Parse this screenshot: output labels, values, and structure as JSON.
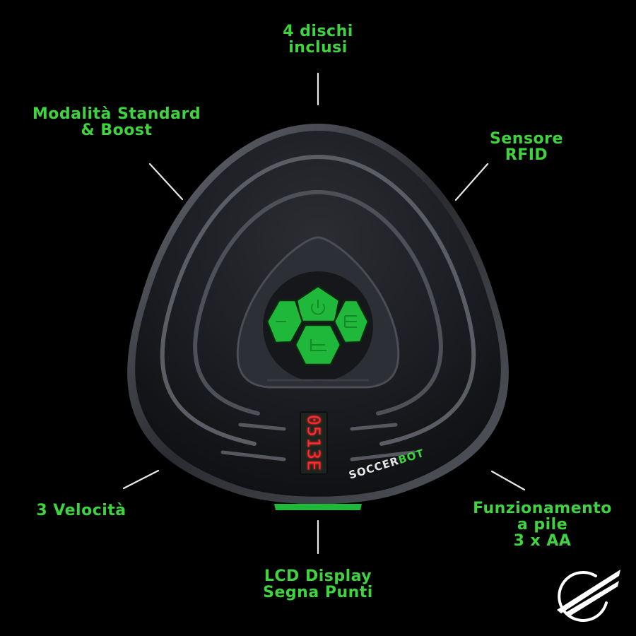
{
  "features": {
    "top": {
      "lines": [
        "4 dischi",
        "inclusi"
      ]
    },
    "top_left": {
      "lines": [
        "Modalità Standard",
        "& Boost"
      ]
    },
    "top_right": {
      "lines": [
        "Sensore",
        "RFID"
      ]
    },
    "bottom_left": {
      "lines": [
        "3 Velocità"
      ]
    },
    "bottom": {
      "lines": [
        "LCD Display",
        "Segna Punti"
      ]
    },
    "bottom_right": {
      "lines": [
        "Funzionamento",
        "a pile",
        "3 x AA"
      ]
    }
  },
  "device": {
    "brand_part1": "SOCCER",
    "brand_part2": "BOT",
    "lcd_value": "0513E",
    "buttons": [
      "power",
      "left",
      "right-menu",
      "bottom-menu"
    ]
  },
  "colors": {
    "accent_green": "#3fd43f",
    "button_green": "#1fb83a",
    "background": "#000000",
    "lcd_red": "#ff2a2a"
  },
  "logo": {
    "icon": "circle-slash-logo-icon"
  }
}
